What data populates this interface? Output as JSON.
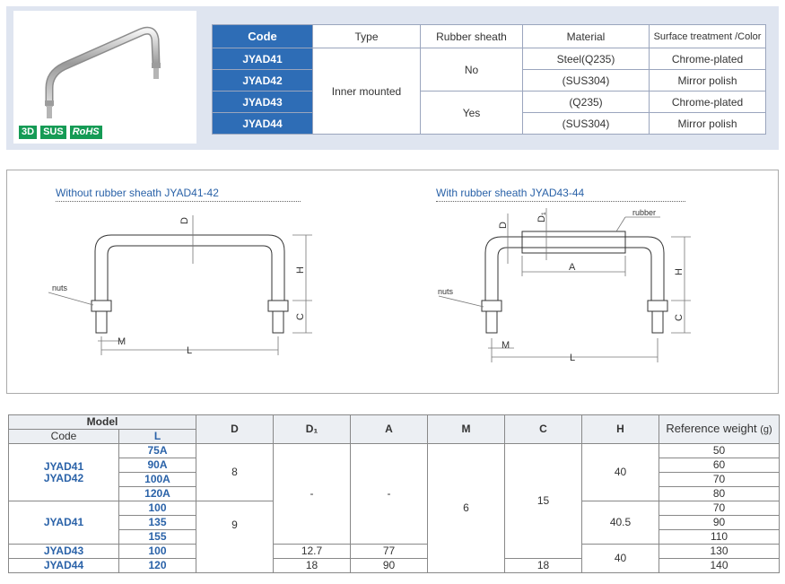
{
  "badges": [
    "3D",
    "SUS",
    "RoHS"
  ],
  "spec_table": {
    "headers": {
      "code": "Code",
      "type": "Type",
      "rubber": "Rubber sheath",
      "material": "Material",
      "surface": "Surface treatment /Color"
    },
    "rows": [
      {
        "code": "JYAD41",
        "material": "Steel(Q235)",
        "surface": "Chrome-plated"
      },
      {
        "code": "JYAD42",
        "material": "(SUS304)",
        "surface": "Mirror polish"
      },
      {
        "code": "JYAD43",
        "material": "(Q235)",
        "surface": "Chrome-plated"
      },
      {
        "code": "JYAD44",
        "material": "(SUS304)",
        "surface": "Mirror polish"
      }
    ],
    "type_value": "Inner mounted",
    "rubber_no": "No",
    "rubber_yes": "Yes"
  },
  "diagram": {
    "left_title": "Without rubber sheath JYAD41-42",
    "right_title": "With rubber sheath JYAD43-44",
    "labels": {
      "D": "D",
      "D1": "D₁",
      "H": "H",
      "C": "C",
      "M": "M",
      "L": "L",
      "A": "A",
      "nuts": "nuts",
      "rubber": "rubber"
    }
  },
  "dim_table": {
    "headers": {
      "model": "Model",
      "code": "Code",
      "L": "L",
      "D": "D",
      "D1": "D₁",
      "A": "A",
      "M": "M",
      "C": "C",
      "H": "H",
      "weight": "Reference weight",
      "weight_unit": "(g)"
    },
    "codes": {
      "g1": "JYAD41\nJYAD42",
      "g2": "JYAD41",
      "g3": "JYAD43",
      "g4": "JYAD44"
    },
    "L": [
      "75A",
      "90A",
      "100A",
      "120A",
      "100",
      "135",
      "155",
      "100",
      "120"
    ],
    "weights": [
      "50",
      "60",
      "70",
      "80",
      "70",
      "90",
      "110",
      "130",
      "140"
    ],
    "D": [
      "8",
      "9"
    ],
    "D1": [
      "-",
      "12.7",
      "18"
    ],
    "A": [
      "-",
      "77",
      "90"
    ],
    "M": "6",
    "C": [
      "15",
      "18"
    ],
    "H": [
      "40",
      "40.5",
      "40"
    ]
  }
}
